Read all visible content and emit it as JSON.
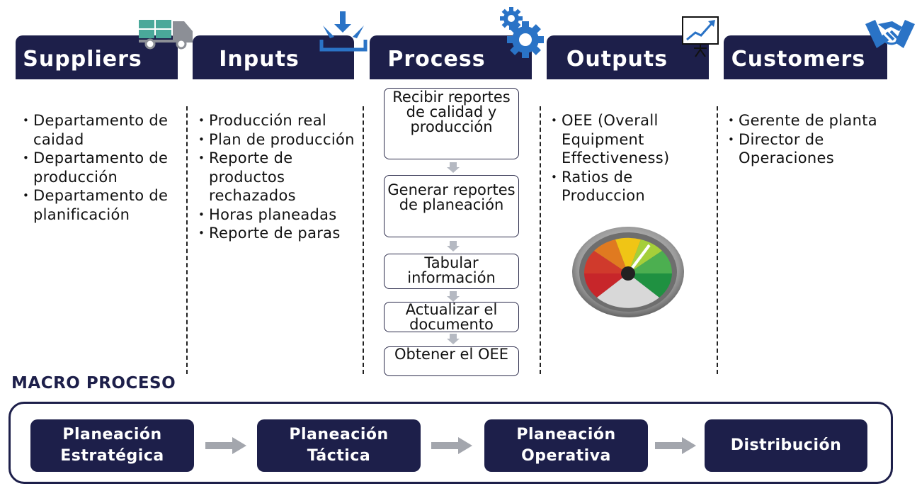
{
  "sipoc": {
    "suppliers": {
      "title": "Suppliers",
      "items": [
        "Departamento de caidad",
        "Departamento de producción",
        "Departamento de planificación"
      ]
    },
    "inputs": {
      "title": "Inputs",
      "items": [
        "Producción real",
        "Plan de producción",
        "Reporte de productos rechazados",
        "Horas planeadas",
        "Reporte de paras"
      ]
    },
    "process": {
      "title": "Process",
      "steps": [
        "Recibir reportes de calidad y producción",
        "Generar reportes de planeación",
        "Tabular información",
        "Actualizar el documento",
        "Obtener el OEE"
      ]
    },
    "outputs": {
      "title": "Outputs",
      "items": [
        "OEE (Overall Equipment Effectiveness)",
        "Ratios de Produccion"
      ]
    },
    "customers": {
      "title": "Customers",
      "items": [
        "Gerente de planta",
        "Director de Operaciones"
      ]
    }
  },
  "macro": {
    "title": "MACRO PROCESO",
    "steps": [
      "Planeación Estratégica",
      "Planeación Táctica",
      "Planeación Operativa",
      "Distribución"
    ]
  },
  "icons": {
    "suppliers": "truck-icon",
    "inputs": "download-tray-icon",
    "process": "gears-icon",
    "outputs": "presentation-chart-icon",
    "customers": "handshake-icon",
    "gauge": "speedometer-gauge-icon"
  },
  "colors": {
    "navy": "#1d1f4a",
    "arrow_gray": "#b5b9c2",
    "icon_blue": "#2a73c6",
    "icon_teal": "#4aa89a"
  }
}
